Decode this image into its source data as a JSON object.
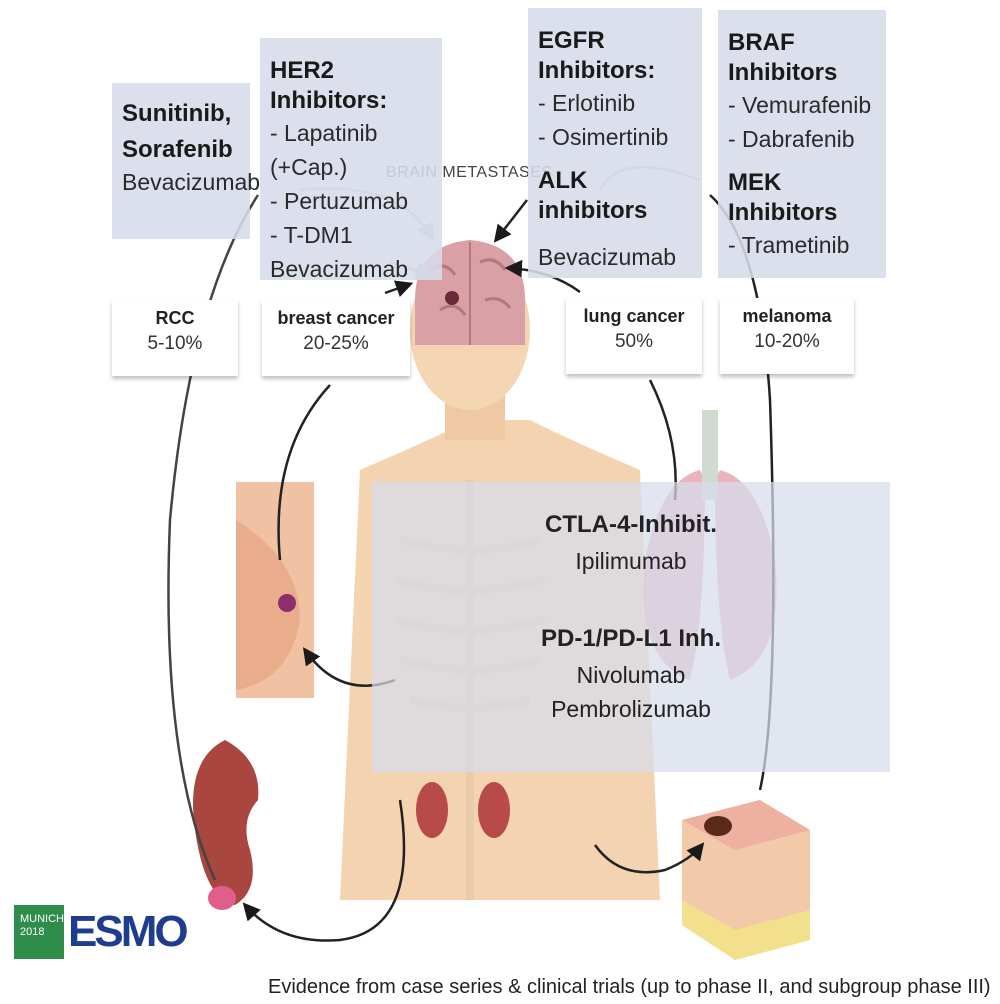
{
  "boxes": {
    "rcc_drugs": {
      "lines": [
        "Sunitinib,",
        "Sorafenib"
      ],
      "sub": "Bevacizumab"
    },
    "her2": {
      "title": "HER2 Inhibitors:",
      "items": [
        "- Lapatinib (+Cap.)",
        "- Pertuzumab",
        "- T-DM1"
      ],
      "sub": "Bevacizumab"
    },
    "egfr": {
      "title": "EGFR Inhibitors:",
      "items": [
        "- Erlotinib",
        "- Osimertinib"
      ],
      "alk_title": "ALK inhibitors",
      "sub": "Bevacizumab"
    },
    "braf": {
      "title": "BRAF Inhibitors",
      "items": [
        "- Vemurafenib",
        "- Dabrafenib"
      ],
      "mek_title": "MEK Inhibitors",
      "mek_items": [
        "- Trametinib"
      ]
    },
    "immune": {
      "ctla_title": "CTLA-4-Inhibit.",
      "ctla_drug": "Ipilimumab",
      "pd_title": "PD-1/PD-L1 Inh.",
      "pd_drugs": [
        "Nivolumab",
        "Pembrolizumab"
      ]
    }
  },
  "stats": [
    {
      "name": "RCC",
      "pct": "5-10%"
    },
    {
      "name": "breast cancer",
      "pct": "20-25%"
    },
    {
      "name": "lung cancer",
      "pct": "50%"
    },
    {
      "name": "melanoma",
      "pct": "10-20%"
    }
  ],
  "brain_label": "BRAIN METASTASES",
  "logo": {
    "city": "MUNICH",
    "year": "2018",
    "brand": "ESMO"
  },
  "footer": "Evidence from case series & clinical trials (up to phase II, and subgroup phase III)",
  "colors": {
    "box_bg": "#d7dceb",
    "esmo_green": "#2f8d4c",
    "esmo_blue": "#1e3d8f",
    "skin": "#f3d3b0",
    "brain": "#d9a0a6"
  }
}
